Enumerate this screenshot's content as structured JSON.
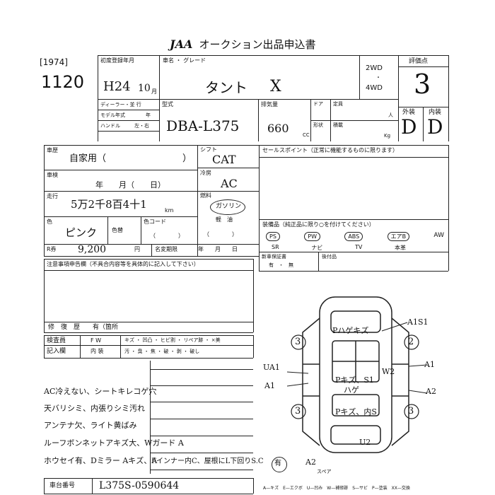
{
  "header": {
    "logo": "JAA",
    "title": "オークション出品申込書",
    "ref": "1974",
    "lot_number": "1120"
  },
  "vehicle": {
    "first_reg_label": "初度登録年月",
    "first_reg_year": "H24",
    "first_reg_month": "10",
    "month_unit": "月",
    "name_label": "車名 ・ グレード",
    "name": "タント",
    "grade": "X",
    "drive_2wd": "2WD",
    "drive_4wd": "4WD",
    "score_label": "評価点",
    "score": "3",
    "dealer_label": "ディーラー・並 行",
    "model_year_label": "モデル年式",
    "year_unit": "年",
    "handle_label": "ハンドル",
    "handle_lr": "左・右",
    "model_label": "型式",
    "model": "DBA-L375",
    "displacement_label": "排気量",
    "displacement": "660",
    "cc": "CC",
    "door_label": "ドア",
    "capacity_label": "定員",
    "capacity_unit": "人",
    "shape_label": "形状",
    "payload_label": "積載",
    "kg": "Kg",
    "exterior_label": "外装",
    "interior_label": "内装",
    "exterior": "D",
    "interior": "D"
  },
  "details": {
    "history_label": "車歴",
    "history": "自家用（",
    "history_close": "）",
    "inspection_label": "車検",
    "inspection_date": "年　　月（　　日）",
    "mileage_label": "走行",
    "mileage": "5万2千8百4十1",
    "km": "km",
    "color_label": "色",
    "color": "ピンク",
    "color_code_label": "色替",
    "color_code_label2": "色コード",
    "color_code_paren": "（　　　　）",
    "shift_label": "シフト",
    "shift": "CAT",
    "ac_label": "冷房",
    "ac": "AC",
    "fuel_label": "燃料",
    "fuel": "ガソリン",
    "fuel_diesel": "軽　油",
    "fuel_paren": "（　　　　）",
    "recycle_label": "R券",
    "recycle": "9,200",
    "yen": "円",
    "name_change_label": "名変期限",
    "date_unit": "年　　月　　日"
  },
  "sales_point": {
    "label": "セールスポイント（正常に機能するものに限ります）"
  },
  "equipment": {
    "label": "装備品（純正品に限り○を付けてください）",
    "items": [
      "PS",
      "PW",
      "ABS",
      "エアB",
      "AW"
    ],
    "items2": [
      "SR",
      "ナビ",
      "TV",
      "本革"
    ],
    "new_car_label": "新車保証書",
    "new_car_value": "有　・　無",
    "post_label": "後付品"
  },
  "notes": {
    "label": "注意事項申告欄（不具合内容等を具体的に記入して下さい）",
    "repair_label": "修　復　歴　　有（箇所",
    "inspector_label": "検査員",
    "entry_label": "記入欄",
    "fw": "F W",
    "interior": "内 装",
    "damage_legend": "キズ ・ 凹凸 ・ ヒビ割 ・ リペア跡 ・ ×美",
    "interior_legend": "汚 ・ 臭 ・ 焦 ・ 破 ・ 剥 ・ 破し",
    "remarks": [
      "AC冷えない、シートキレコゲ穴",
      "天バリシミ、内張りシミ汚れ",
      "アンテナ欠、ライト黄ばみ",
      "ルーフボンネットアキズ大、Wガード A",
      "ホウセイ有、Dミラー Aキズ、A"
    ],
    "remarks_extra": "Fインナー内C、屋根にL下回りS.C",
    "have_mark": "有"
  },
  "diagram": {
    "labels": [
      "Pハゲキズ",
      "A1S1",
      "UA1",
      "A1",
      "W2",
      "A1",
      "A2",
      "Pキズ、S1",
      "ハゲ",
      "Pキズ、内S",
      "U2",
      "A2"
    ],
    "tire_numbers": [
      "3",
      "2",
      "3",
      "3"
    ],
    "spare": "スペア"
  },
  "footer": {
    "chassis_label": "車台番号",
    "chassis": "L375S-0590644",
    "legend": "A—キズ　E—エクボ　U—凹み　W—補修跡　S—サビ　P—塗装　XX—交換"
  }
}
